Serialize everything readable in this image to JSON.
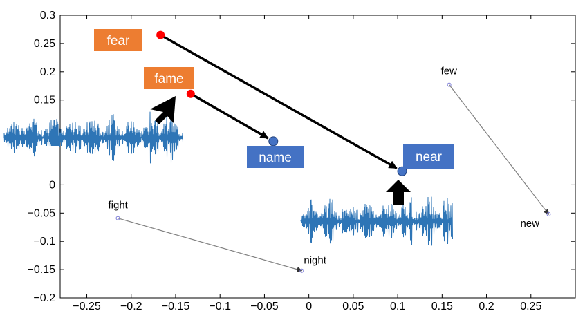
{
  "chart_data": {
    "type": "scatter",
    "xlim": [
      -0.28,
      0.3
    ],
    "ylim": [
      -0.2,
      0.3
    ],
    "x_ticks": [
      "−0.25",
      "−0.2",
      "−0.15",
      "−0.1",
      "−0.05",
      "0",
      "0.05",
      "0.1",
      "0.15",
      "0.2",
      "0.25"
    ],
    "y_ticks": [
      "0.3",
      "0.25",
      "0.2",
      "0.15",
      "0",
      "−0.05",
      "−0.1",
      "−0.15",
      "−0.2"
    ],
    "grid": false,
    "thin_arrows": [
      {
        "from_label": "few",
        "from": [
          0.158,
          0.177
        ],
        "to_label": "new",
        "to": [
          0.27,
          -0.052
        ]
      },
      {
        "from_label": "fight",
        "from": [
          -0.215,
          -0.059
        ],
        "to_label": "night",
        "to": [
          -0.008,
          -0.152
        ]
      }
    ],
    "highlight_arrows": [
      {
        "from_label": "fear",
        "from": [
          -0.167,
          0.265
        ],
        "to_label": "near",
        "to": [
          0.105,
          0.024
        ]
      },
      {
        "from_label": "fame",
        "from": [
          -0.133,
          0.161
        ],
        "to_label": "name",
        "to": [
          -0.04,
          0.077
        ]
      }
    ],
    "colors": {
      "source_point": "#ff0000",
      "source_tag": "#ed7d31",
      "target_point": "#4472c4",
      "target_tag": "#4472c4",
      "waveform": "#2e75b6",
      "thin_arrow": "#808080",
      "thin_marker": "#7b7bd6"
    }
  }
}
